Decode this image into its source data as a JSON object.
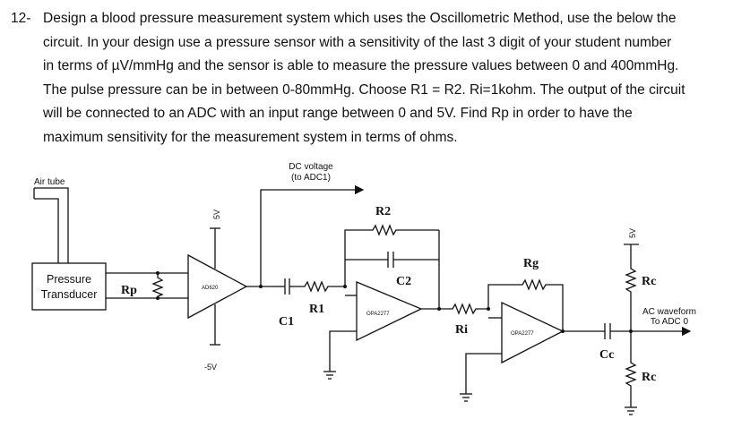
{
  "question": {
    "number": "12-",
    "lines": [
      "Design a blood pressure measurement system which uses the Oscillometric Method, use the below the",
      "circuit. In your design use a pressure sensor with a sensitivity of the last 3 digit of your student number",
      "in terms of µV/mmHg and the sensor is able to measure the pressure values between 0 and 400mmHg.",
      "The pulse pressure can be in between 0-80mmHg. Choose R1 = R2. Ri=1kohm. The output of the circuit",
      "will be connected to an ADC with an input range between 0 and 5V. Find Rp in order to have the",
      "maximum sensitivity for the measurement system in terms of ohms."
    ]
  },
  "circuit": {
    "air_tube": "Air tube",
    "transducer_line1": "Pressure",
    "transducer_line2": "Transducer",
    "rp": "Rp",
    "plus5v_1": "5V",
    "minus5v": "-5V",
    "ad620": "AD620",
    "dc_voltage": "DC voltage",
    "to_adc1": "(to ADC1)",
    "c1": "C1",
    "r1": "R1",
    "r2": "R2",
    "c2": "C2",
    "opa1": "OPA2277",
    "ri": "Ri",
    "rg": "Rg",
    "opa2": "OPA2277",
    "cc": "Cc",
    "plus5v_2": "5V",
    "rc_top": "Rc",
    "rc_bottom": "Rc",
    "ac_waveform": "AC waveform",
    "to_adc0": "To ADC 0"
  }
}
